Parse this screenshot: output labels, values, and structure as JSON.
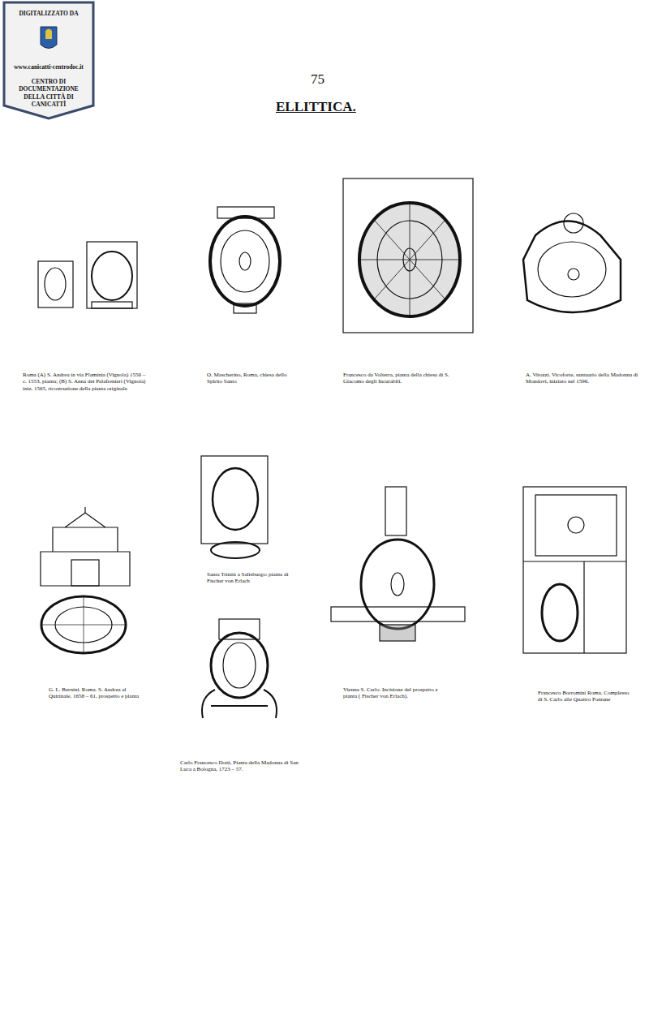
{
  "diagram": {
    "title": "ELLITTICA.",
    "labels": [
      "DIGITALIZZATO DA",
      "www.canicatti-centrodoc.it",
      "CENTRO DI DOCUMENTAZIONE DELLA CITTÀ DI CANICATTÌ",
      "75",
      "Roma (A) S. Andrea in via Flaminia (Vignola) 1550 – c. 1553, pianta; (B) S. Anna dei Palafrenieri (Vignola) iniz. 1565, ricostruzione della pianta originale",
      "O. Mascherino, Roma, chiesa dello Spirito Santo",
      "Francesco da Volterra, pianta della chiesa di S. Giacomo degli Incurabili.",
      "A. Vitozzi. Vicoforte, santuario della Madonna di Mondovì, iniziato nel 1596.",
      "G. L. Bernini. Roma. S. Andrea al Quirinale, 1658 – 61, prospetto e pianta",
      "Santa Trinità a Salisburgo: pianta di Fischer von Erlach",
      "Carlo Francesco Dotti, Pianta della Madonna di San Luca a Bologna, 1723 – 57.",
      "Vienna S. Carlo. Incisione del prospetto e pianta ( Fischer von Erlach).",
      "Francesco Borromini Roma. Complesso di S. Carlo alle Quattro Fontane"
    ]
  }
}
